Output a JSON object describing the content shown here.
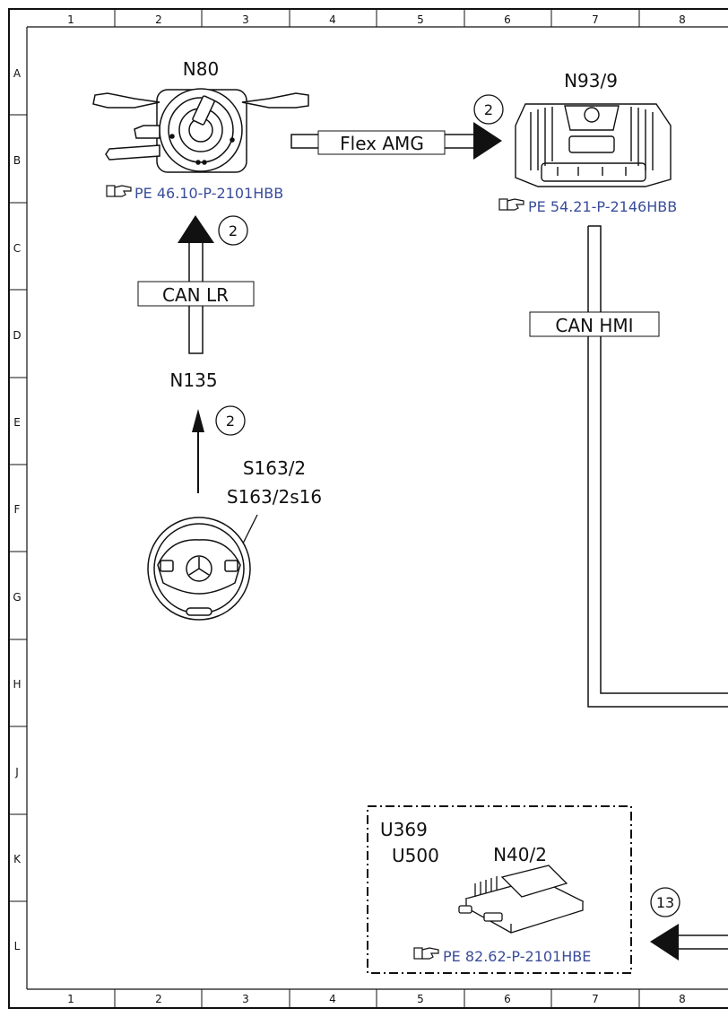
{
  "ruler": {
    "columns": [
      "1",
      "2",
      "3",
      "4",
      "5",
      "6",
      "7",
      "8"
    ],
    "rows": [
      "A",
      "B",
      "C",
      "D",
      "E",
      "F",
      "G",
      "H",
      "J",
      "K",
      "L"
    ]
  },
  "components": {
    "n80": "N80",
    "n93_9": "N93/9",
    "n135": "N135",
    "s163_2": "S163/2",
    "s163_2s16": "S163/2s16",
    "u369": "U369",
    "u500": "U500",
    "n40_2": "N40/2"
  },
  "buses": {
    "flex_amg": "Flex AMG",
    "can_lr": "CAN LR",
    "can_hmi": "CAN HMI"
  },
  "references": {
    "n80_ref": "PE 46.10-P-2101HBB",
    "n93_9_ref": "PE 54.21-P-2146HBB",
    "n40_2_ref": "PE 82.62-P-2101HBE"
  },
  "markers": {
    "flex_amg": "2",
    "can_lr": "2",
    "n135_signal": "2",
    "bottom_right": "13"
  },
  "icons": {
    "reference": "pointing-hand-icon"
  }
}
